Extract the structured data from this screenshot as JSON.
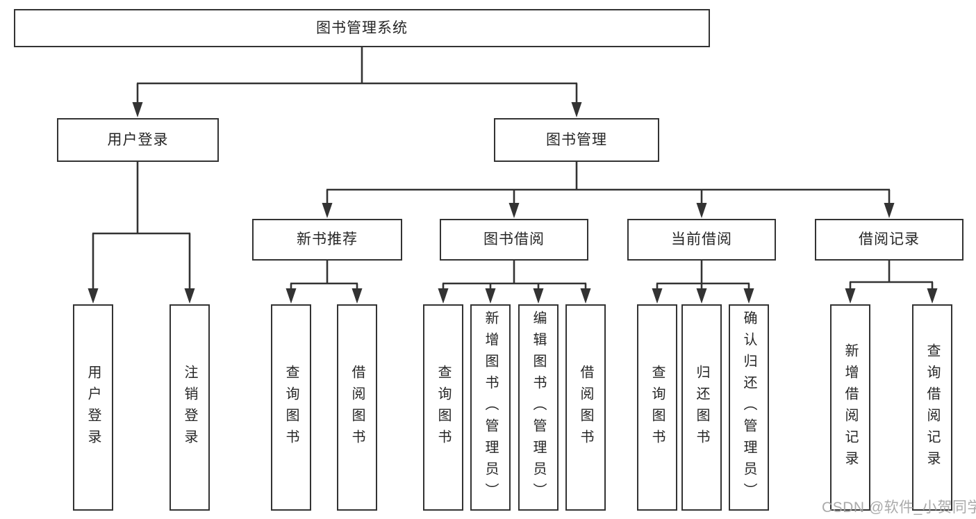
{
  "tree": {
    "label": "图书管理系统",
    "children": [
      {
        "label": "用户登录",
        "children": [
          {
            "label": "用户登录"
          },
          {
            "label": "注销登录"
          }
        ]
      },
      {
        "label": "图书管理",
        "children": [
          {
            "label": "新书推荐",
            "children": [
              {
                "label": "查询图书"
              },
              {
                "label": "借阅图书"
              }
            ]
          },
          {
            "label": "图书借阅",
            "children": [
              {
                "label": "查询图书"
              },
              {
                "label": "新增图书（管理员）"
              },
              {
                "label": "编辑图书（管理员）"
              },
              {
                "label": "借阅图书"
              }
            ]
          },
          {
            "label": "当前借阅",
            "children": [
              {
                "label": "查询图书"
              },
              {
                "label": "归还图书"
              },
              {
                "label": "确认归还（管理员）"
              }
            ]
          },
          {
            "label": "借阅记录",
            "children": [
              {
                "label": "新增借阅记录"
              },
              {
                "label": "查询借阅记录"
              }
            ]
          }
        ]
      }
    ]
  },
  "watermark": "CSDN @软件_小贺同学",
  "colors": {
    "line": "#333333",
    "box_border": "#333333",
    "box_fill": "#ffffff",
    "text": "#262626",
    "watermark": "#a3a3a3",
    "background": "#ffffff"
  }
}
